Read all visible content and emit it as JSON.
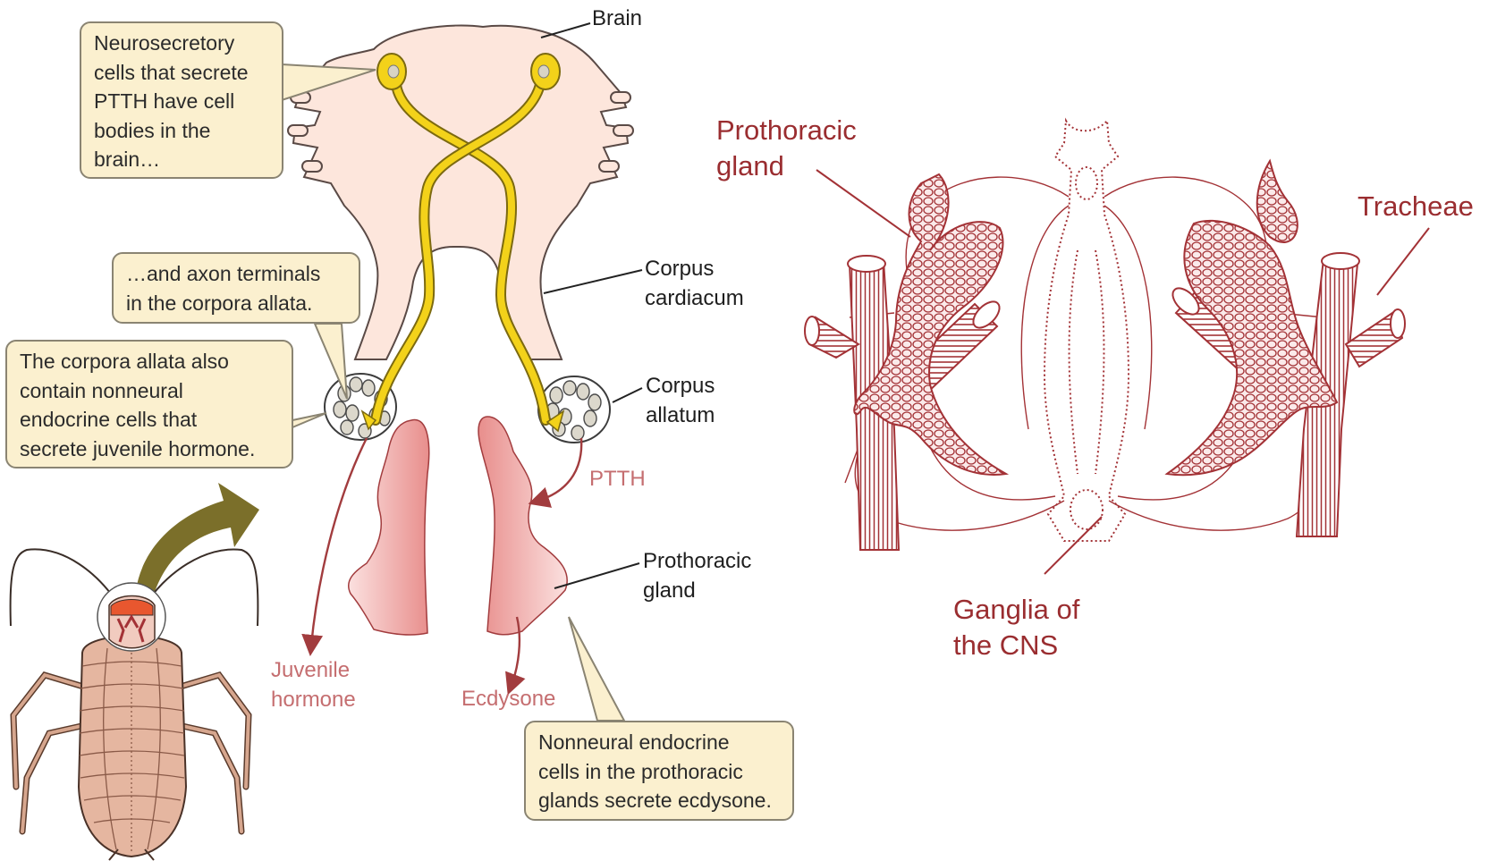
{
  "callouts": {
    "neuro": "Neurosecretory\ncells that secrete\nPTTH have cell\nbodies in the\nbrain…",
    "axon": "…and axon terminals\nin the corpora allata.",
    "allata": "The corpora allata also\ncontain nonneural\nendocrine cells that\nsecrete juvenile hormone.",
    "nonneural": "Nonneural endocrine\ncells in the prothoracic\nglands secrete ecdysone."
  },
  "labels_left": {
    "brain": "Brain",
    "corpus_cardiacum": "Corpus\ncardiacum",
    "corpus_allatum": "Corpus\nallatum",
    "ptth": "PTTH",
    "prothoracic_gland": "Prothoracic\ngland",
    "juvenile_hormone": "Juvenile\nhormone",
    "ecdysone": "Ecdysone"
  },
  "labels_right": {
    "prothoracic_gland": "Prothoracic\ngland",
    "tracheae": "Tracheae",
    "ganglia": "Ganglia of\nthe CNS"
  },
  "colors": {
    "brain_fill": "#fde6dc",
    "neuron_yellow": "#f3d21a",
    "gland_pink": "#eea7a4",
    "hormone_arrow": "#a23c3e",
    "hormone_text": "#c56e70",
    "drawing_red": "#a33236",
    "callout_fill": "#fbf0cf",
    "big_arrow": "#7b6f2a"
  }
}
